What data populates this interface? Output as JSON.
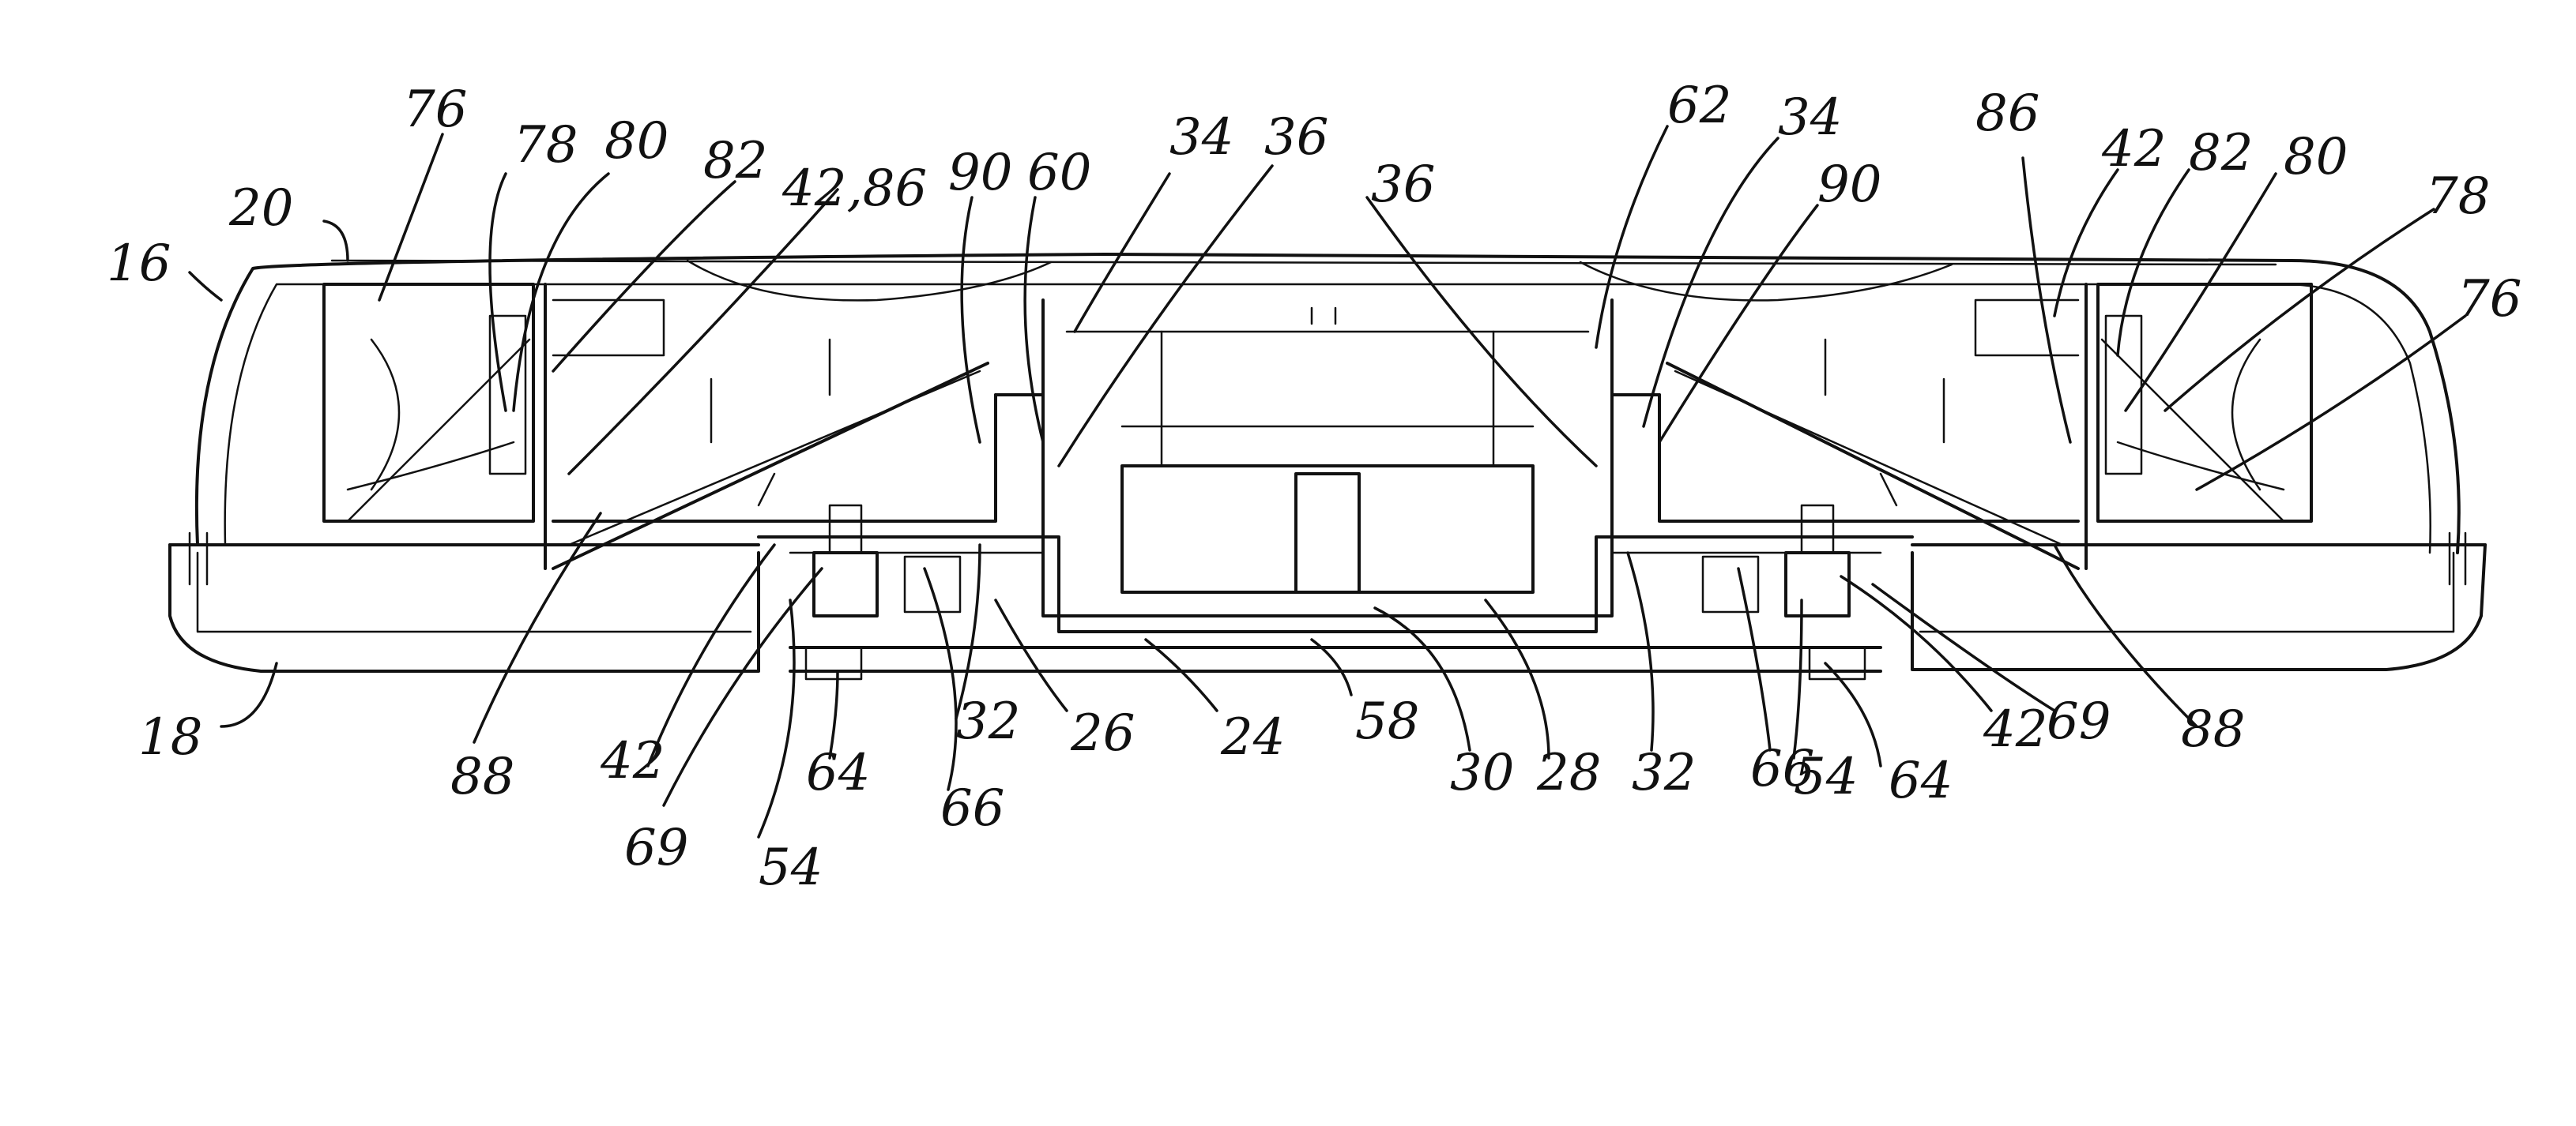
{
  "figure": {
    "labels": [
      {
        "id": "16a",
        "text": "16"
      },
      {
        "id": "20",
        "text": "20"
      },
      {
        "id": "76a",
        "text": "76"
      },
      {
        "id": "78a",
        "text": "78"
      },
      {
        "id": "80a",
        "text": "80"
      },
      {
        "id": "82a",
        "text": "82"
      },
      {
        "id": "42_86",
        "text": "42,86"
      },
      {
        "id": "90a",
        "text": "90"
      },
      {
        "id": "60",
        "text": "60"
      },
      {
        "id": "34a",
        "text": "34"
      },
      {
        "id": "36a",
        "text": "36"
      },
      {
        "id": "36b",
        "text": "36"
      },
      {
        "id": "62",
        "text": "62"
      },
      {
        "id": "34b",
        "text": "34"
      },
      {
        "id": "86b",
        "text": "86"
      },
      {
        "id": "90b",
        "text": "90"
      },
      {
        "id": "42b",
        "text": "42"
      },
      {
        "id": "82b",
        "text": "82"
      },
      {
        "id": "80b",
        "text": "80"
      },
      {
        "id": "78b",
        "text": "78"
      },
      {
        "id": "76b",
        "text": "76"
      },
      {
        "id": "18",
        "text": "18"
      },
      {
        "id": "88a",
        "text": "88"
      },
      {
        "id": "42c",
        "text": "42"
      },
      {
        "id": "69a",
        "text": "69"
      },
      {
        "id": "54a",
        "text": "54"
      },
      {
        "id": "64a",
        "text": "64"
      },
      {
        "id": "66a",
        "text": "66"
      },
      {
        "id": "32a",
        "text": "32"
      },
      {
        "id": "26",
        "text": "26"
      },
      {
        "id": "24",
        "text": "24"
      },
      {
        "id": "58",
        "text": "58"
      },
      {
        "id": "30",
        "text": "30"
      },
      {
        "id": "28",
        "text": "28"
      },
      {
        "id": "32b",
        "text": "32"
      },
      {
        "id": "66b",
        "text": "66"
      },
      {
        "id": "54b",
        "text": "54"
      },
      {
        "id": "64b",
        "text": "64"
      },
      {
        "id": "42d",
        "text": "42"
      },
      {
        "id": "69b",
        "text": "69"
      },
      {
        "id": "88b",
        "text": "88"
      }
    ]
  }
}
